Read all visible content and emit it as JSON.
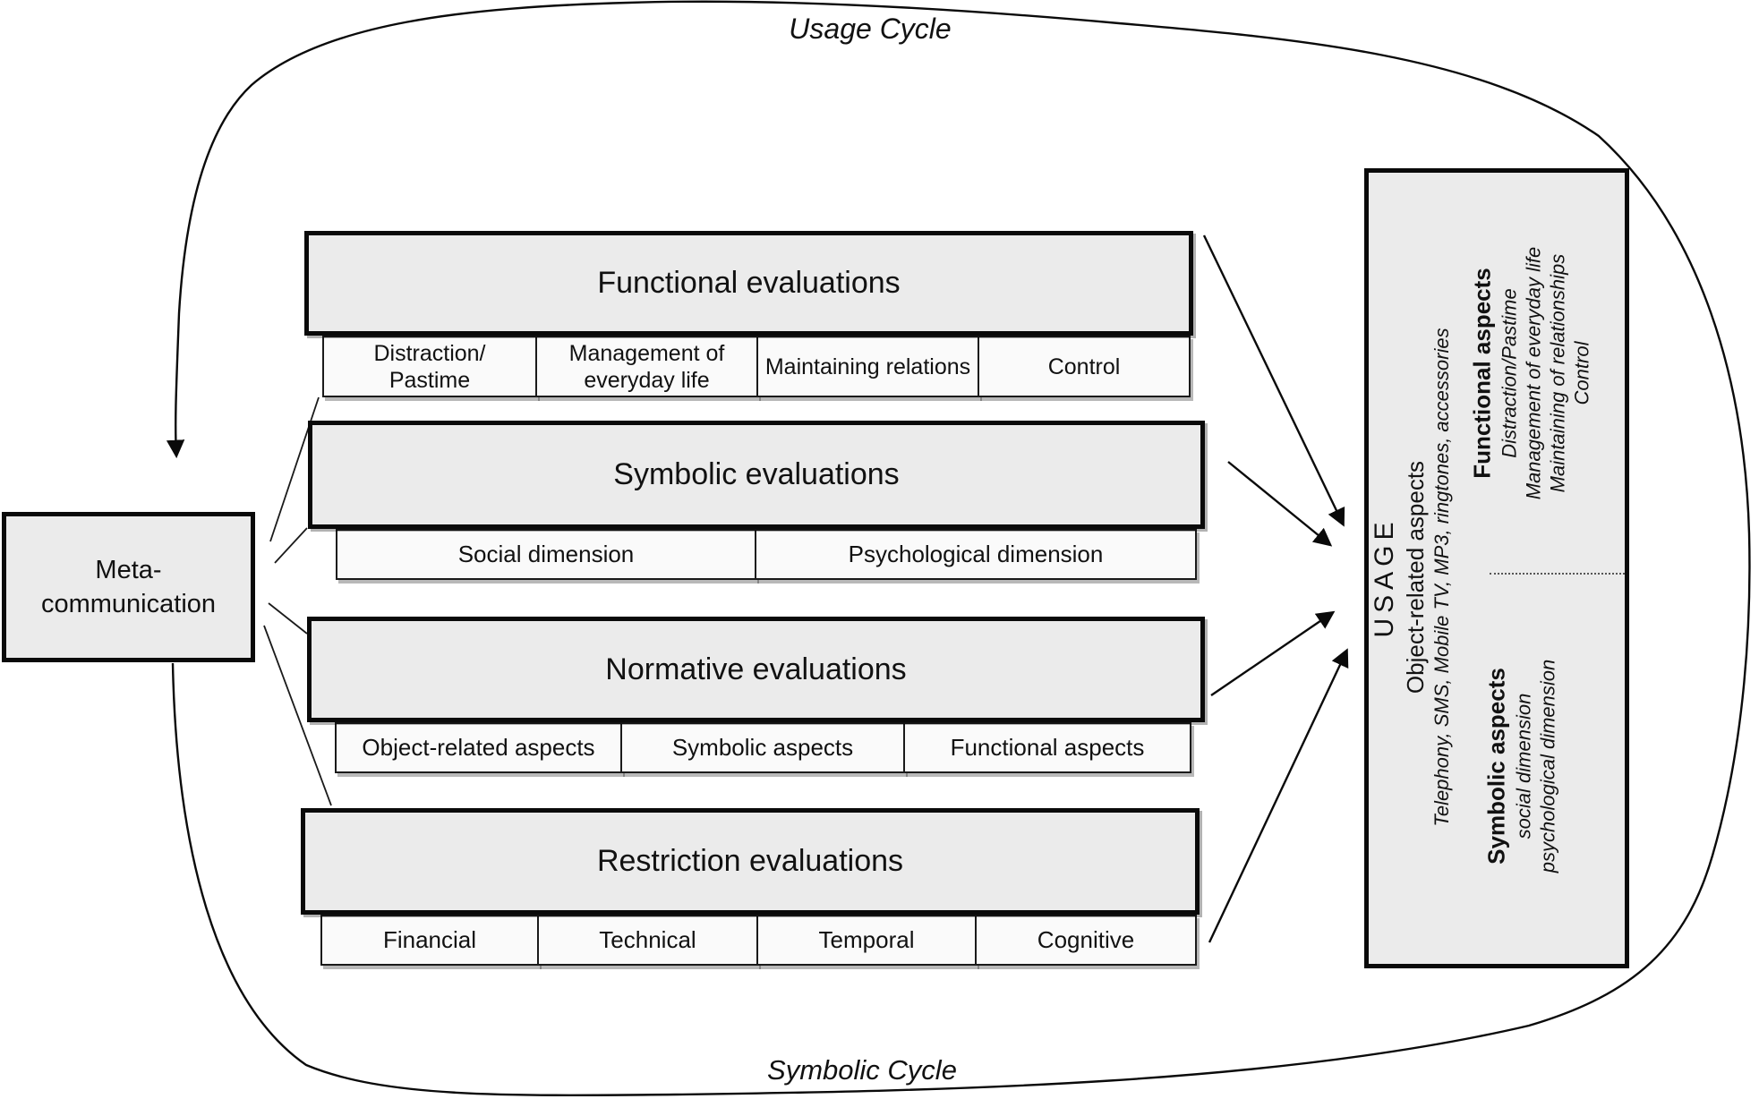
{
  "colors": {
    "box_fill": "#ebebeb",
    "subbox_fill": "#fafafa",
    "border": "#0a0a0a",
    "text": "#111111"
  },
  "cycles": {
    "top": "Usage Cycle",
    "bottom": "Symbolic Cycle"
  },
  "meta": {
    "label": "Meta-\ncommunication"
  },
  "rows": [
    {
      "title": "Functional evaluations",
      "items": [
        "Distraction/\nPastime",
        "Management of\neveryday life",
        "Maintaining relations",
        "Control"
      ]
    },
    {
      "title": "Symbolic evaluations",
      "items": [
        "Social dimension",
        "Psychological dimension"
      ]
    },
    {
      "title": "Normative evaluations",
      "items": [
        "Object-related aspects",
        "Symbolic aspects",
        "Functional aspects"
      ]
    },
    {
      "title": "Restriction evaluations",
      "items": [
        "Financial",
        "Technical",
        "Temporal",
        "Cognitive"
      ]
    }
  ],
  "usage": {
    "title": "USAGE",
    "object_aspects": "Object-related aspects",
    "object_detail": "Telephony, SMS, Mobile TV, MP3, ringtones, accessories",
    "functional": {
      "heading": "Functional aspects",
      "items": [
        "Distraction/Pastime",
        "Management of everyday life",
        "Maintaining of relationships",
        "Control"
      ]
    },
    "symbolic": {
      "heading": "Symbolic aspects",
      "items": [
        "social dimension",
        "psychological dimension"
      ]
    }
  }
}
